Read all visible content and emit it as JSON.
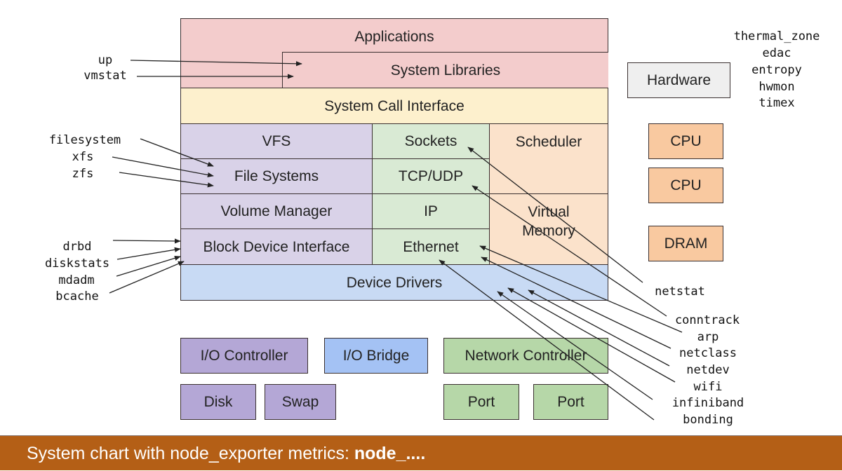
{
  "kernel_stack": {
    "applications": "Applications",
    "system_libraries": "System Libraries",
    "system_call_interface": "System Call Interface",
    "vfs": "VFS",
    "file_systems": "File Systems",
    "volume_manager": "Volume Manager",
    "block_device_interface": "Block Device Interface",
    "sockets": "Sockets",
    "tcp_udp": "TCP/UDP",
    "ip": "IP",
    "ethernet": "Ethernet",
    "scheduler": "Scheduler",
    "virtual_memory": "Virtual Memory",
    "device_drivers": "Device Drivers"
  },
  "hardware": {
    "hardware": "Hardware",
    "cpu1": "CPU",
    "cpu2": "CPU",
    "dram": "DRAM",
    "io_controller": "I/O Controller",
    "io_bridge": "I/O Bridge",
    "network_controller": "Network Controller",
    "disk": "Disk",
    "swap": "Swap",
    "port1": "Port",
    "port2": "Port"
  },
  "metrics": {
    "up": "up",
    "vmstat": "vmstat",
    "filesystem": "filesystem",
    "xfs": "xfs",
    "zfs": "zfs",
    "drbd": "drbd",
    "diskstats": "diskstats",
    "mdadm": "mdadm",
    "bcache": "bcache",
    "thermal_zone": "thermal_zone",
    "edac": "edac",
    "entropy": "entropy",
    "hwmon": "hwmon",
    "timex": "timex",
    "netstat": "netstat",
    "conntrack": "conntrack",
    "arp": "arp",
    "netclass": "netclass",
    "netdev": "netdev",
    "wifi": "wifi",
    "infiniband": "infiniband",
    "bonding": "bonding"
  },
  "footer": {
    "caption": "System chart with node_exporter metrics: ",
    "caption_bold": "node_...."
  }
}
